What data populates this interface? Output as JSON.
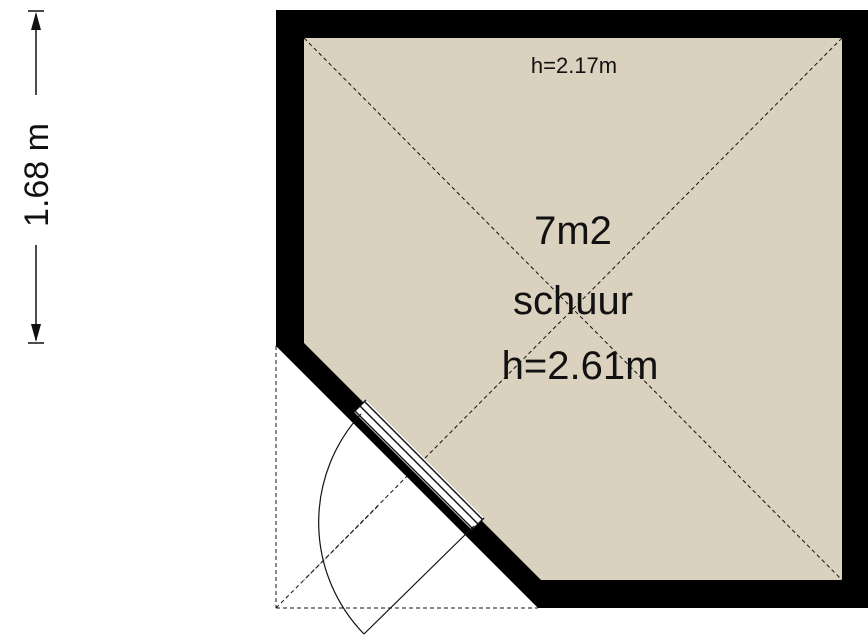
{
  "floorplan": {
    "room": {
      "area": "7m2",
      "name": "schuur",
      "height": "h=2.61m"
    },
    "sloped_ceiling_height": "h=2.17m",
    "dimension": {
      "label": "1.68 m"
    },
    "colors": {
      "floor": "#dbd1bf",
      "wall": "#000000",
      "line": "#111111",
      "background": "#ffffff"
    }
  }
}
